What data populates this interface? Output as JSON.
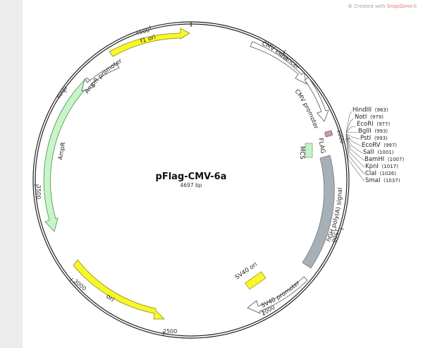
{
  "watermark": {
    "prefix": "Created with",
    "brand": "SnapGene",
    "reg": "®"
  },
  "plasmid": {
    "name": "pFlag-CMV-6a",
    "length_label": "4697 bp"
  },
  "position_ticks": [
    "500",
    "1000",
    "1500",
    "2000",
    "2500",
    "3000",
    "3500",
    "4000",
    "4500"
  ],
  "features": [
    {
      "key": "cmv-enhancer",
      "label": "CMV enhancer",
      "color": "#ffffff"
    },
    {
      "key": "cmv-promoter",
      "label": "CMV promoter",
      "color": "#ffffff"
    },
    {
      "key": "flag",
      "label": "FLAG",
      "color": "#c79ab2"
    },
    {
      "key": "mcs",
      "label": "MCS",
      "color": "#c8f0c8"
    },
    {
      "key": "hgh-polya",
      "label": "hGH poly(A) signal",
      "color": "#a8b0b7"
    },
    {
      "key": "sv40-promoter",
      "label": "SV40 promoter",
      "color": "#ffffff"
    },
    {
      "key": "sv40-ori",
      "label": "SV40 ori",
      "color": "#f7f72a"
    },
    {
      "key": "ori",
      "label": "ori",
      "color": "#f7f72a"
    },
    {
      "key": "ampr",
      "label": "AmpR",
      "color": "#c8f5c8"
    },
    {
      "key": "ampr-promoter",
      "label": "AmpR promoter",
      "color": "#ffffff"
    },
    {
      "key": "f1-ori",
      "label": "f1 ori",
      "color": "#f7f72a"
    }
  ],
  "sites": [
    {
      "name": "HindIII",
      "pos": "(963)"
    },
    {
      "name": "NotI",
      "pos": "(979)"
    },
    {
      "name": "EcoRI",
      "pos": "(977)"
    },
    {
      "name": "BglII",
      "pos": "(993)"
    },
    {
      "name": "PstI",
      "pos": "(993)"
    },
    {
      "name": "EcoRV",
      "pos": "(997)"
    },
    {
      "name": "SalI",
      "pos": "(1001)"
    },
    {
      "name": "BamHI",
      "pos": "(1007)"
    },
    {
      "name": "KpnI",
      "pos": "(1017)"
    },
    {
      "name": "ClaI",
      "pos": "(1026)"
    },
    {
      "name": "SmaI",
      "pos": "(1037)"
    }
  ]
}
